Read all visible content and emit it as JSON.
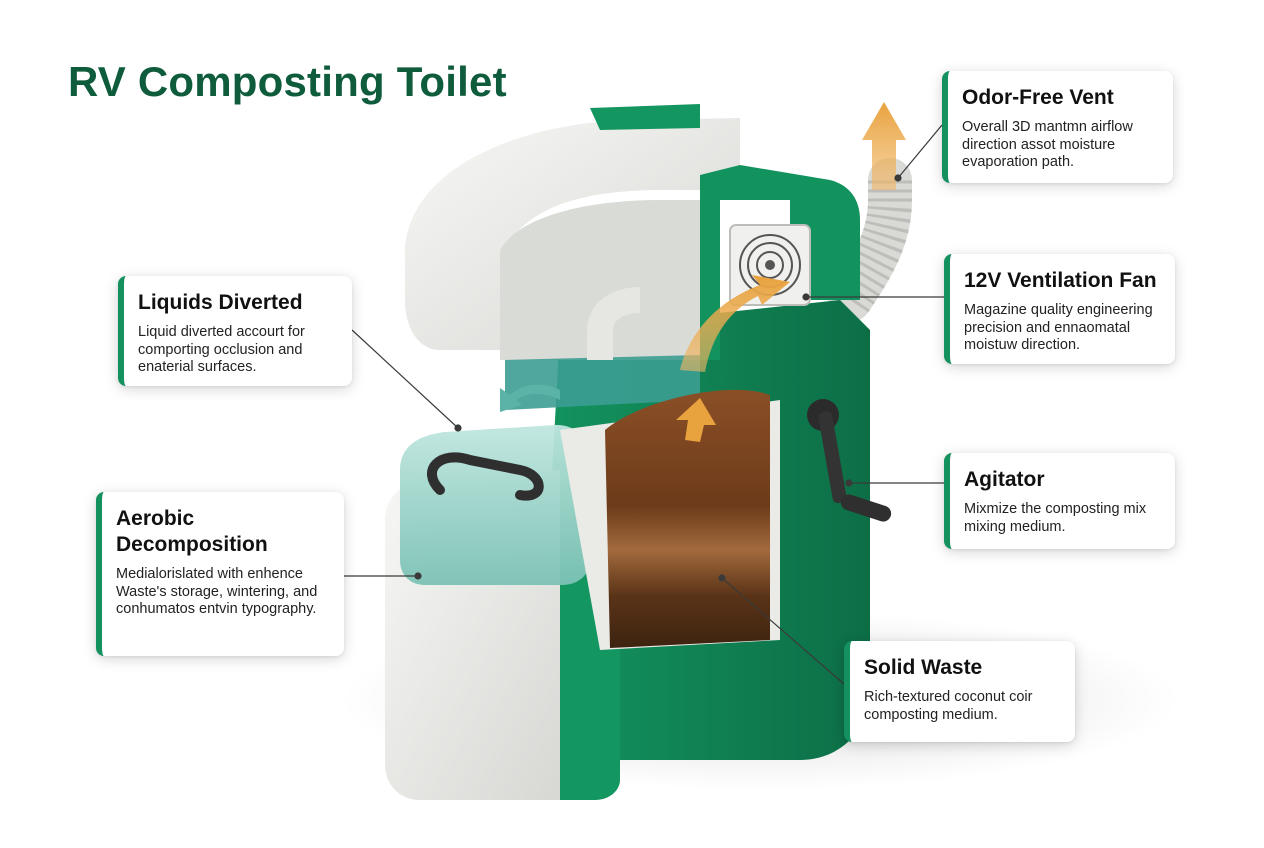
{
  "title": "RV Composting Toilet",
  "callouts": {
    "liquids": {
      "title": "Liquids Diverted",
      "body": "Liquid diverted accourt for comporting occlusion and enaterial surfaces."
    },
    "aerobic": {
      "title": "Aerobic Decomposition",
      "body": "Medialorislated with enhence Waste's storage, wintering, and conhumatos entvin typography."
    },
    "vent": {
      "title": "Odor-Free Vent",
      "body": "Overall 3D mantmn airflow direction assot moisture evaporation path."
    },
    "fan": {
      "title": "12V Ventilation Fan",
      "body": "Magazine quality engineering precision and ennaomatal moistuw direction."
    },
    "agitator": {
      "title": "Agitator",
      "body": "Mixmize the composting mix mixing medium."
    },
    "solid": {
      "title": "Solid Waste",
      "body": "Rich-textured coconut coir composting medium."
    }
  },
  "colors": {
    "brand_green": "#15915f",
    "title_green": "#0f5c3c",
    "teal_liquid": "#7cc7bd",
    "coir_brown": "#7a4420",
    "airflow_orange": "#e8a94a"
  }
}
